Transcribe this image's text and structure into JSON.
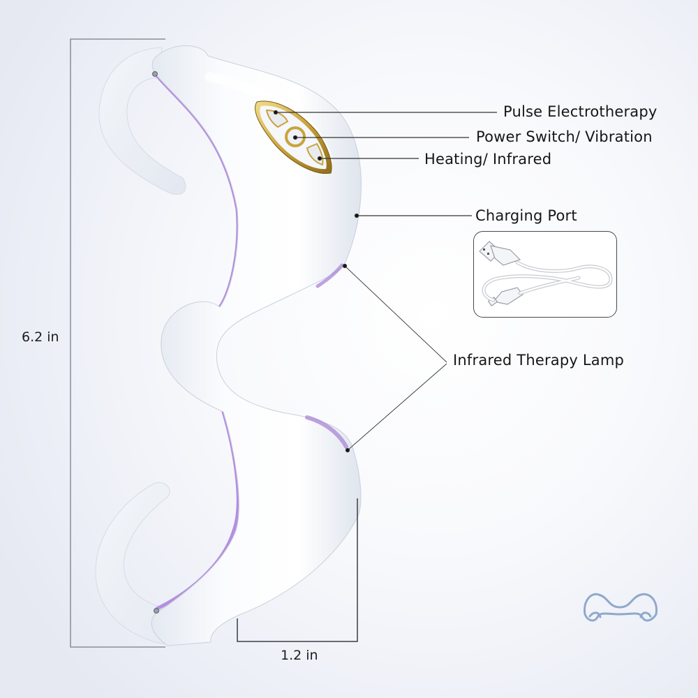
{
  "annotations": {
    "pulse_electrotherapy": "Pulse Electrotherapy",
    "power_switch_vibration": "Power Switch/ Vibration",
    "heating_infrared": "Heating/ Infrared",
    "charging_port": "Charging Port",
    "infrared_therapy_lamp": "Infrared Therapy Lamp"
  },
  "dimensions": {
    "height": "6.2 in",
    "width": "1.2 in"
  },
  "icons": {
    "brand_logo": "wavy-eye-mask-outline-icon",
    "usb_cable": "usb-cable-icon",
    "control_panel": "gold-control-panel-icon"
  },
  "colors": {
    "background": "#eceff6",
    "device_body": "#ffffff",
    "accent_purple": "#b58ee0",
    "gold_trim": "#c9a43a",
    "logo_blue": "#8fa8cc",
    "line": "#333333",
    "dimension_line": "#8a8d95"
  }
}
